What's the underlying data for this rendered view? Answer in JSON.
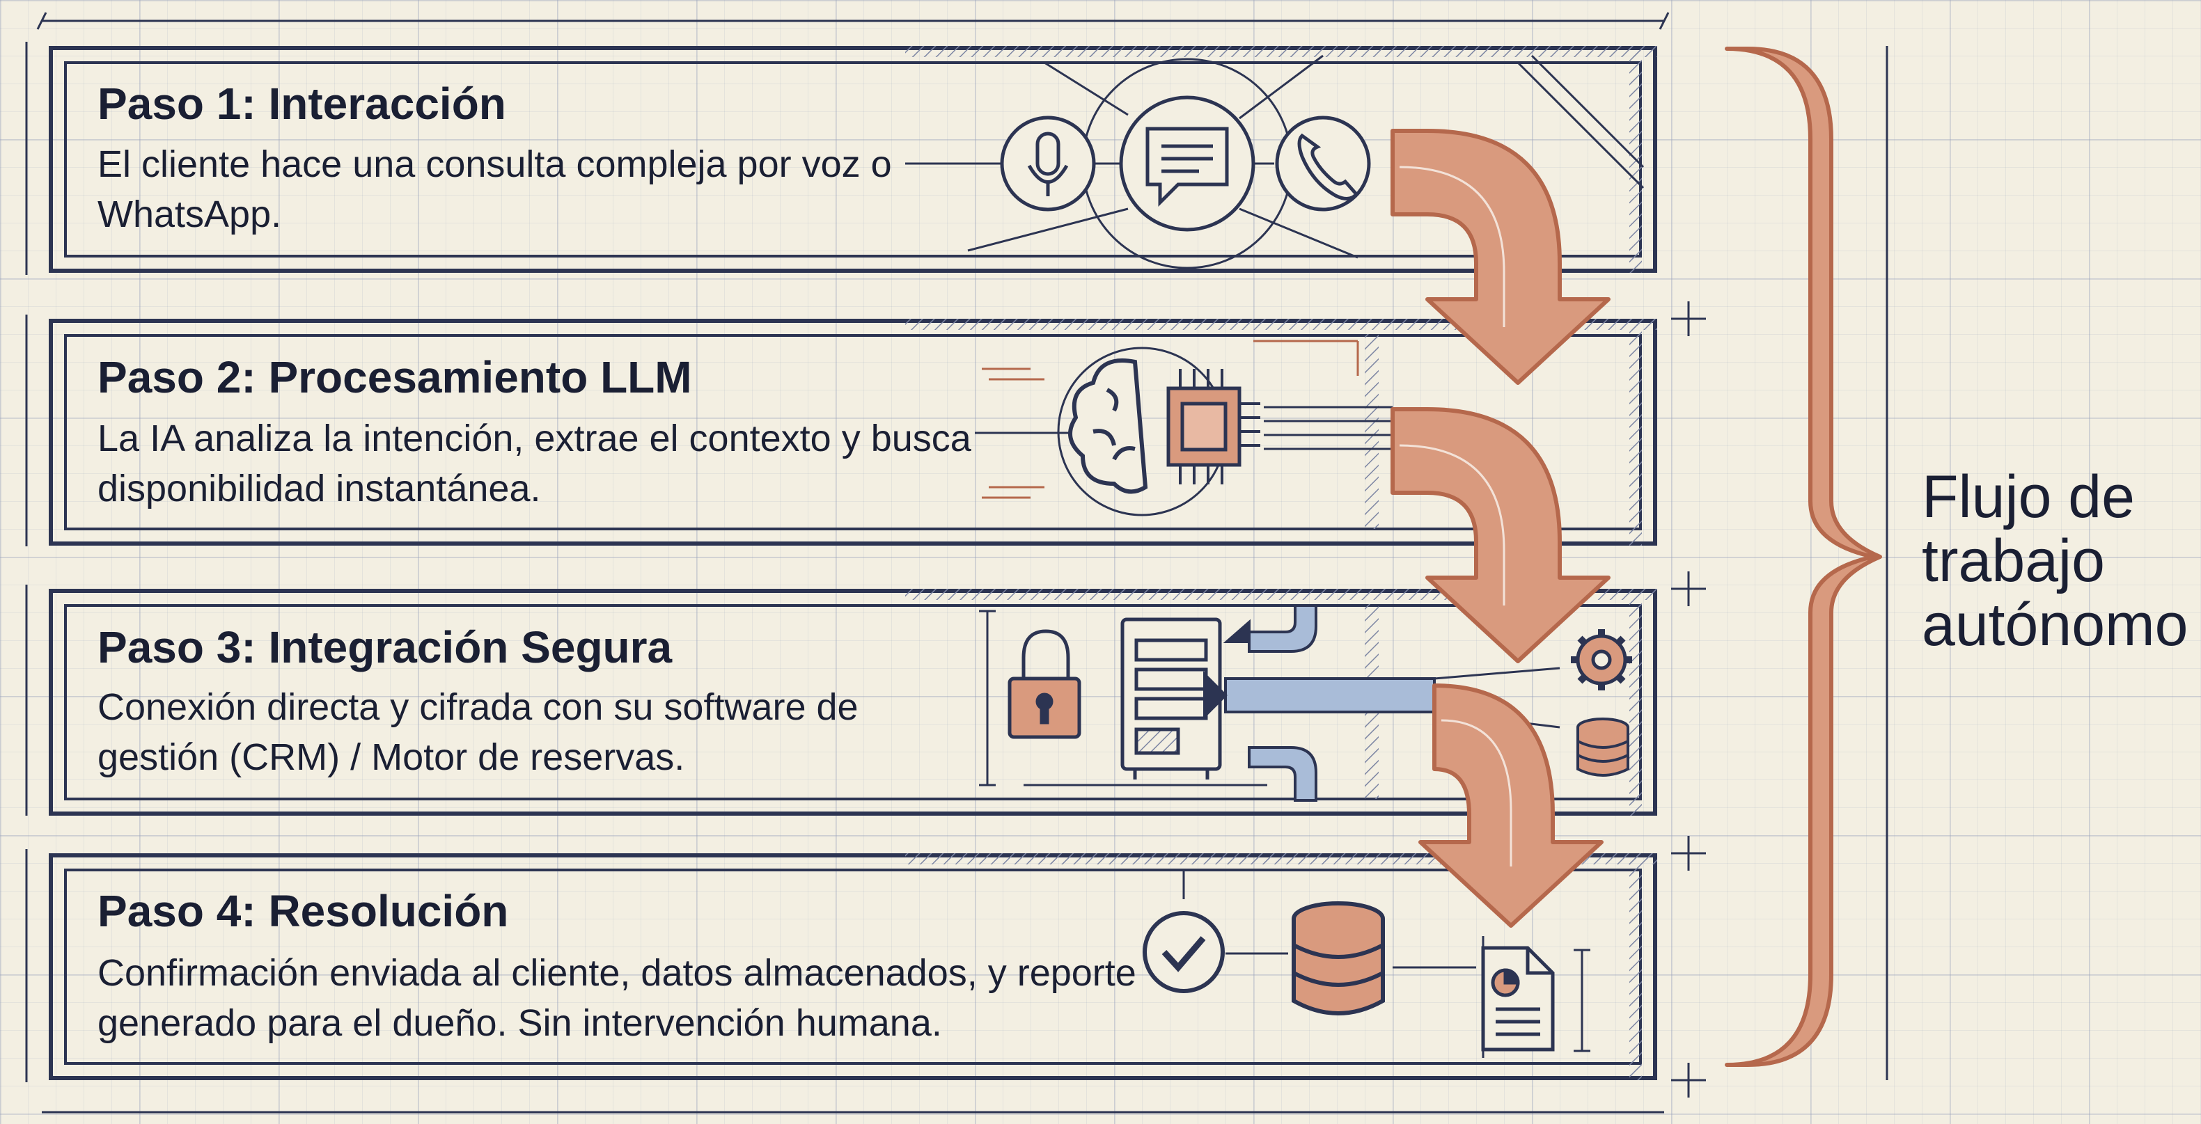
{
  "steps": [
    {
      "title": "Paso 1: Interacción",
      "description": "El cliente hace una consulta compleja por voz o WhatsApp.",
      "icons": [
        "microphone-icon",
        "chat-bubble-icon",
        "phone-icon"
      ]
    },
    {
      "title": "Paso 2: Procesamiento LLM",
      "description": "La IA analiza la intención, extrae el contexto y busca disponibilidad instantánea.",
      "icons": [
        "brain-icon",
        "chip-icon"
      ]
    },
    {
      "title": "Paso 3: Integración Segura",
      "description": "Conexión directa y cifrada con su software de gestión (CRM) / Motor de reservas.",
      "icons": [
        "lock-icon",
        "server-icon",
        "gear-icon",
        "database-icon"
      ]
    },
    {
      "title": "Paso 4: Resolución",
      "description": "Confirmación enviada al cliente, datos almacenados, y reporte generado para el dueño. Sin intervención humana.",
      "icons": [
        "check-circle-icon",
        "database-icon",
        "report-document-icon"
      ]
    }
  ],
  "flow_label": "Flujo de trabajo autónomo",
  "colors": {
    "ink": "#2c3452",
    "arrow_fill": "#d99a7e",
    "arrow_stroke": "#b5684c",
    "pipe_blue": "#a9bcd8",
    "background": "#f3efe2"
  }
}
